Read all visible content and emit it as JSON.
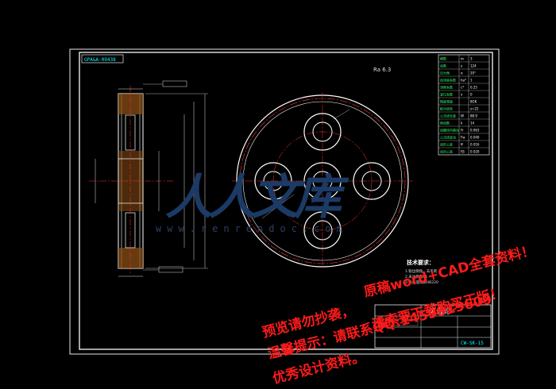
{
  "drawing": {
    "title_block": {
      "top_left_tag": "GPA&A-09438",
      "roughness_mark": "Ra 6.3",
      "name": "滚齿轮",
      "drawing_number": "CW-SK-15"
    },
    "tech_requirements": {
      "heading": "技术要求：",
      "lines": [
        "1.锐边倒角，去毛刺",
        "2.未注倒角C1",
        "3.热处理调质HB220"
      ]
    },
    "param_table": [
      [
        "模数",
        "m",
        "3"
      ],
      [
        "齿数",
        "z",
        "124"
      ],
      [
        "压力角",
        "α",
        "20°"
      ],
      [
        "齿顶高系数",
        "ha*",
        "1"
      ],
      [
        "顶隙系数",
        "c*",
        "0.25"
      ],
      [
        "变位系数",
        "x",
        "0"
      ],
      [
        "精度等级",
        "",
        "8GK"
      ],
      [
        "配对齿轮",
        "",
        "z=22"
      ],
      [
        "公法线长度",
        "W",
        "88.9"
      ],
      [
        "跨齿数",
        "k",
        "14"
      ],
      [
        "齿圈径向跳动",
        "Fr",
        "0.063"
      ],
      [
        "公法线变动",
        "Fw",
        "0.040"
      ],
      [
        "齿形公差",
        "ff",
        "0.016"
      ],
      [
        "齿向公差",
        "Fβ",
        "0.020"
      ]
    ]
  },
  "watermarks": {
    "line1": "预览请勿抄袭，",
    "line2": "原稿word+CAD全套资料！",
    "line3": "温馨提示：请联系QQ:1459919609",
    "line4": "请索要下载购买正版！",
    "line5": "优秀设计资料。",
    "line6": "",
    "site": "www.renrendoc.com",
    "logo": "人人文库"
  }
}
